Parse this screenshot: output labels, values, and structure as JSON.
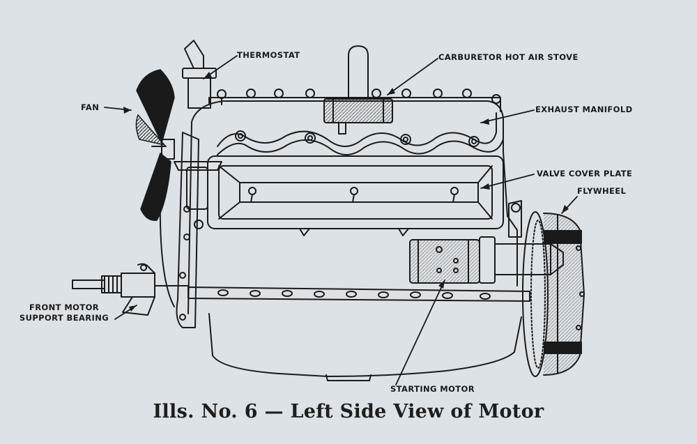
{
  "labels": {
    "thermostat": "THERMOSTAT",
    "carburetor_stove": "CARBURETOR HOT AIR STOVE",
    "fan": "FAN",
    "exhaust_manifold": "EXHAUST MANIFOLD",
    "valve_cover_plate": "VALVE COVER PLATE",
    "flywheel": "FLYWHEEL",
    "front_bearing_line1": "FRONT MOTOR",
    "front_bearing_line2": "SUPPORT BEARING",
    "starting_motor": "STARTING MOTOR"
  },
  "caption": "Ills. No. 6 — Left Side View of Motor",
  "colors": {
    "paper": "#dde2e6",
    "ink": "#1a1a1a"
  }
}
